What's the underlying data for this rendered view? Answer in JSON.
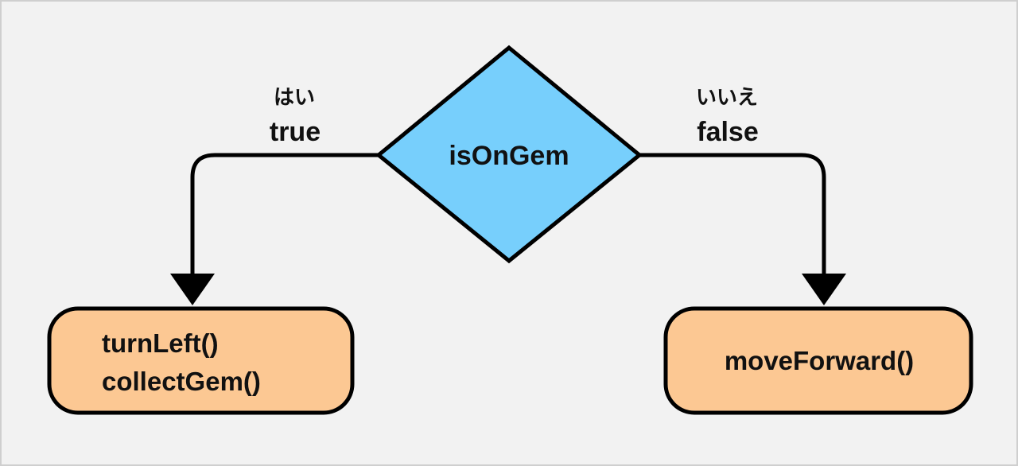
{
  "colors": {
    "background": "#f2f2f2",
    "frame_border": "#cfcfcf",
    "stroke": "#000000",
    "decision_fill": "#77cffc",
    "action_fill": "#fcc893",
    "text": "#111111"
  },
  "decision": {
    "label": "isOnGem"
  },
  "branches": {
    "true": {
      "label_jp": "はい",
      "label_en": "true"
    },
    "false": {
      "label_jp": "いいえ",
      "label_en": "false"
    }
  },
  "actions": {
    "left": {
      "line1": "turnLeft()",
      "line2": "collectGem()"
    },
    "right": {
      "line1": "moveForward()"
    }
  }
}
